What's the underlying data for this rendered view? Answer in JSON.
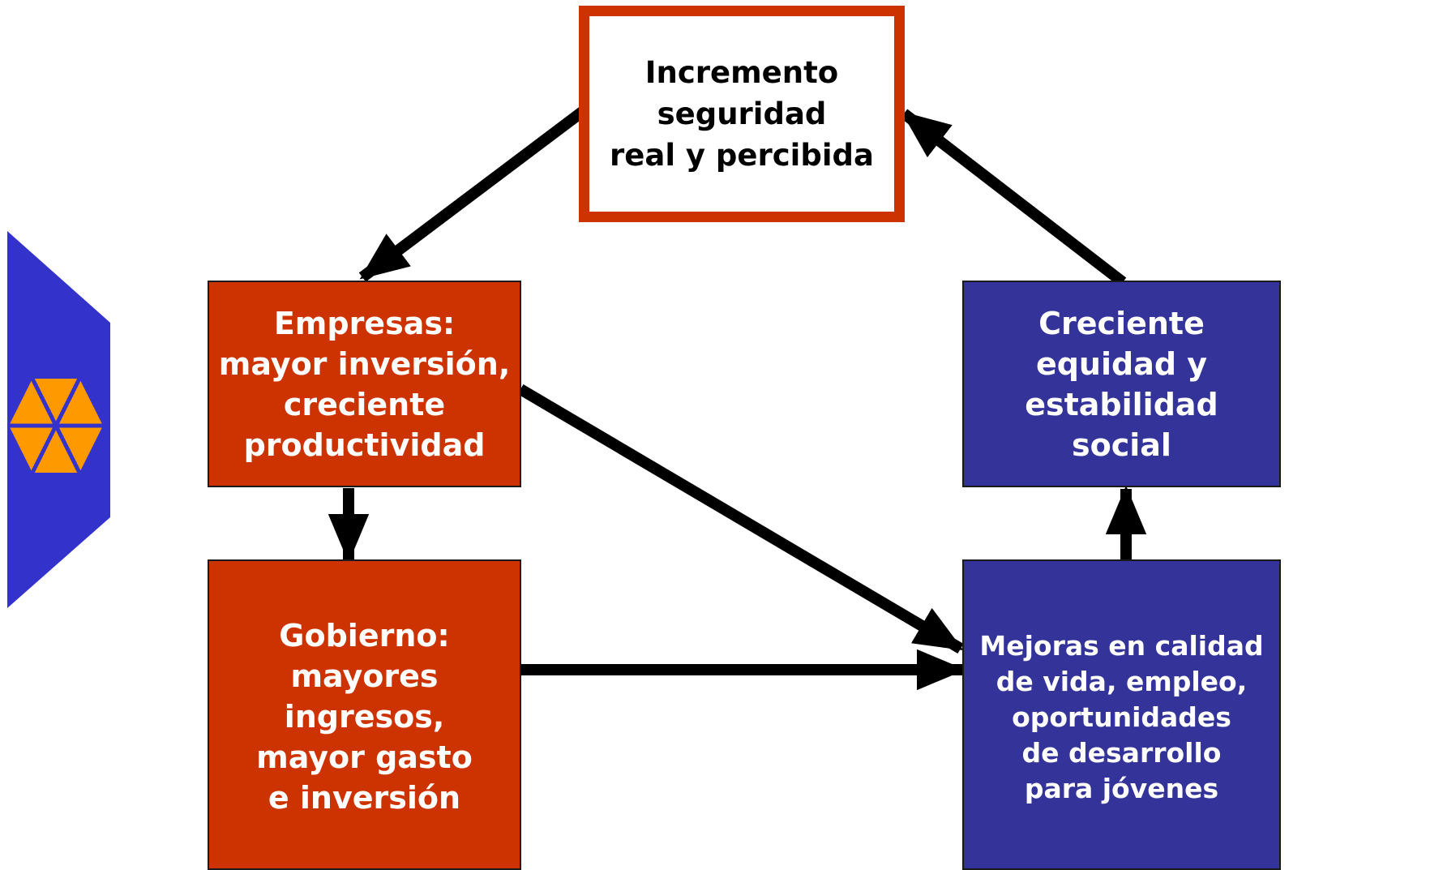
{
  "diagram": {
    "top_box": {
      "text": "Incremento\nseguridad\nreal y percibida"
    },
    "empresas_box": {
      "text": "Empresas:\nmayor inversión,\ncreciente\nproductividad"
    },
    "gobierno_box": {
      "text": "Gobierno:\nmayores\ningresos,\nmayor gasto\ne inversión"
    },
    "equidad_box": {
      "text": "Creciente\nequidad y\nestabilidad\nsocial"
    },
    "mejoras_box": {
      "text": "Mejoras en calidad\nde vida, empleo,\noportunidades\nde desarrollo\npara jóvenes"
    }
  },
  "colors": {
    "red": "#cc3300",
    "blue": "#333399",
    "logo_blue": "#3333cc",
    "logo_orange": "#ff9900",
    "arrow": "#000000"
  },
  "logo": {
    "icon": "hexagon-triangles-icon"
  }
}
